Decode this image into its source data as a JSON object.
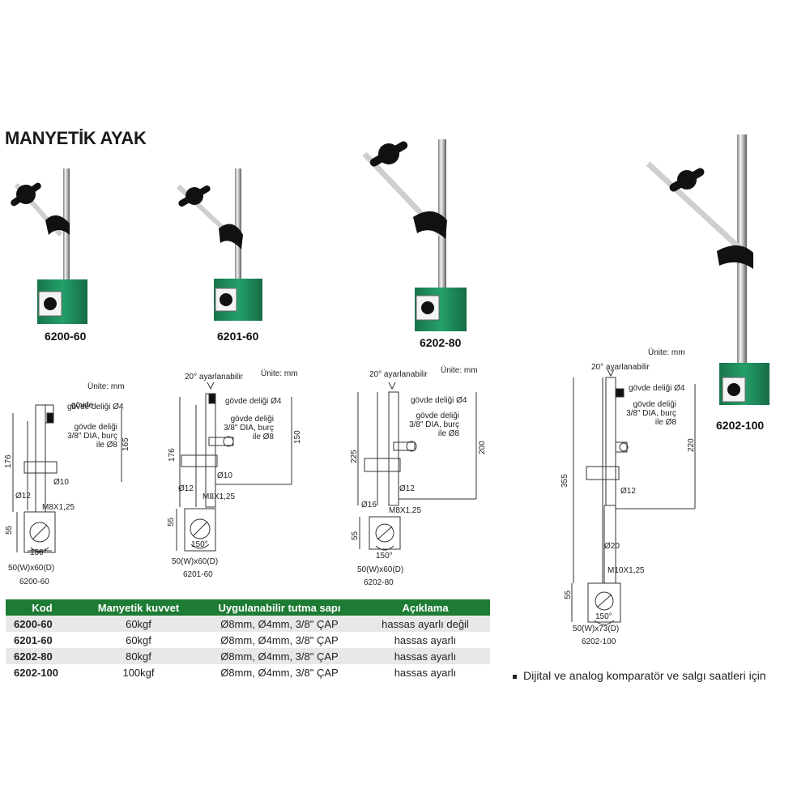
{
  "title": "MANYETİK AYAK",
  "unit_label": "Ünite: mm",
  "products": [
    {
      "code": "6200-60"
    },
    {
      "code": "6201-60"
    },
    {
      "code": "6202-80"
    },
    {
      "code": "6202-100"
    }
  ],
  "drawings": {
    "d1": {
      "h_total": "176",
      "h_top": "165",
      "h_base": "55",
      "rod": "Ø12",
      "boss": "Ø10",
      "thread": "M8X1,25",
      "hole1": "gövde deliği Ø4",
      "hole2": "gövde deliği 3/8\" DIA, burç ile Ø8",
      "angle": "150°",
      "size": "50(W)x60(D)",
      "code": "6200-60"
    },
    "d2": {
      "adjust": "20° ayarlanabilir",
      "h_total": "176",
      "h_top": "150",
      "h_base": "55",
      "rod": "Ø12",
      "boss": "Ø10",
      "thread": "M8X1,25",
      "hole1": "gövde deliği Ø4",
      "hole2": "gövde deliği 3/8\" DIA, burç ile Ø8",
      "angle": "150°",
      "size": "50(W)x60(D)",
      "code": "6201-60"
    },
    "d3": {
      "adjust": "20° ayarlanabilir",
      "h_total": "225",
      "h_top": "200",
      "h_base": "55",
      "rod": "Ø12",
      "rod2": "Ø16",
      "thread": "M8X1,25",
      "hole1": "gövde deliği Ø4",
      "hole2": "gövde deliği 3/8\" DIA, burç ile Ø8",
      "angle": "150°",
      "size": "50(W)x60(D)",
      "code": "6202-80"
    },
    "d4": {
      "adjust": "20° ayarlanabilir",
      "h_total": "355",
      "h_top": "220",
      "h_base": "55",
      "rod": "Ø12",
      "rod2": "Ø20",
      "thread": "M10X1,25",
      "hole1": "gövde deliği Ø4",
      "hole2": "gövde deliği 3/8\" DIA, burç ile Ø8",
      "angle": "150°",
      "size": "50(W)x73(D)",
      "code": "6202-100"
    }
  },
  "table": {
    "headers": [
      "Kod",
      "Manyetik kuvvet",
      "Uygulanabilir tutma sapı",
      "Açıklama"
    ],
    "rows": [
      [
        "6200-60",
        "60kgf",
        "Ø8mm, Ø4mm, 3/8\" ÇAP",
        "hassas ayarlı değil"
      ],
      [
        "6201-60",
        "60kgf",
        "Ø8mm, Ø4mm, 3/8\" ÇAP",
        "hassas ayarlı"
      ],
      [
        "6202-80",
        "80kgf",
        "Ø8mm, Ø4mm, 3/8\" ÇAP",
        "hassas ayarlı"
      ],
      [
        "6202-100",
        "100kgf",
        "Ø8mm, Ø4mm, 3/8\" ÇAP",
        "hassas ayarlı"
      ]
    ]
  },
  "note": "Dijital ve analog komparatör ve salgı saatleri için",
  "colors": {
    "base_green": "#1f8a5a",
    "header_green": "#1e7b34",
    "row_shade": "#e8e8e8"
  }
}
